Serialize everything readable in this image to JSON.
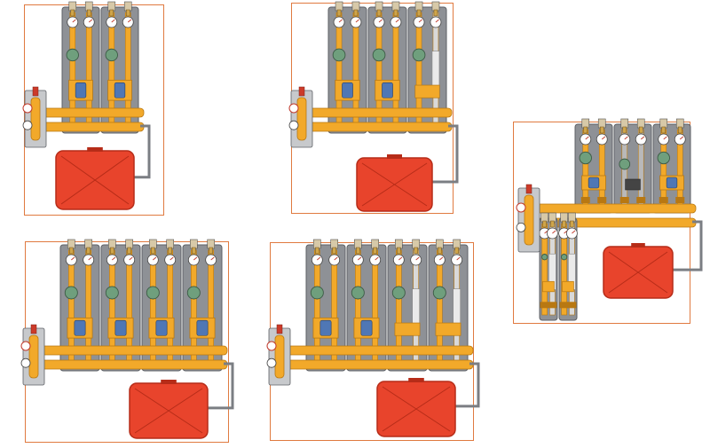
{
  "colors": {
    "frame_border": "#e07a40",
    "panel": "#8e9196",
    "panel_dark": "#5d6065",
    "brass": "#f2a92a",
    "brass_dark": "#b87812",
    "pump": "#6f9f7d",
    "actuator": "#4f77b5",
    "tank": "#e8442c",
    "tank_dark": "#b62c18",
    "pipe": "#7b7e83"
  },
  "icons": [
    "thermometer-icon",
    "pump-icon",
    "valve-icon",
    "pressure-gauge-icon",
    "expansion-tank-icon"
  ],
  "configurations": [
    {
      "id": "config-2-modules",
      "modules": [
        "mixing",
        "mixing"
      ],
      "layout": "horizontal"
    },
    {
      "id": "config-3-modules",
      "modules": [
        "mixing",
        "mixing",
        "direct"
      ],
      "layout": "horizontal"
    },
    {
      "id": "config-4-modules",
      "modules": [
        "mixing",
        "mixing",
        "mixing",
        "mixing"
      ],
      "layout": "horizontal"
    },
    {
      "id": "config-4-modules-mixed",
      "modules": [
        "mixing",
        "mixing",
        "direct",
        "direct"
      ],
      "layout": "horizontal"
    },
    {
      "id": "config-5-modules-l-shape",
      "modules": [
        "mixing",
        "plain",
        "mixing"
      ],
      "layout": "l-shape"
    }
  ]
}
